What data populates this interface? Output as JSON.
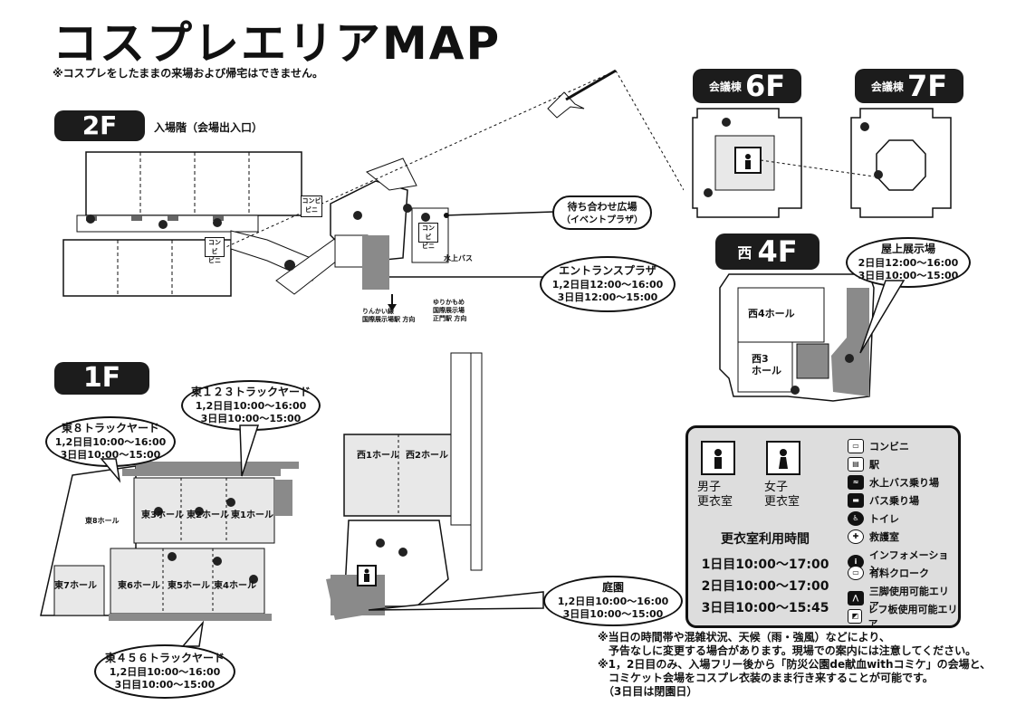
{
  "title": "コスプレエリアMAP",
  "notice": "※コスプレをしたままの来場および帰宅はできません。",
  "floors": {
    "f2": {
      "label": "2F",
      "caption": "入場階（会場出入口）"
    },
    "f1": {
      "label": "1F"
    },
    "f6": {
      "prefix": "会議棟",
      "label": "6F"
    },
    "f7": {
      "prefix": "会議棟",
      "label": "7F"
    },
    "f4": {
      "prefix": "西",
      "label": "4F"
    }
  },
  "bubbles": {
    "waiting": {
      "title": "待ち合わせ広場",
      "sub": "（イベントプラザ）"
    },
    "entrance": {
      "title": "エントランスプラザ",
      "line1": "1,2日目12:00～16:00",
      "line2": "3日目12:00～15:00"
    },
    "rooftop": {
      "title": "屋上展示場",
      "line1": "2日目12:00～16:00",
      "line2": "3日目10:00～15:00"
    },
    "east123": {
      "title": "東１２３トラックヤード",
      "line1": "1,2日目10:00～16:00",
      "line2": "3日目10:00～15:00"
    },
    "east8": {
      "title": "東８トラックヤード",
      "line1": "1,2日目10:00～16:00",
      "line2": "3日目10:00～15:00"
    },
    "east456": {
      "title": "東４５６トラックヤード",
      "line1": "1,2日目10:00～16:00",
      "line2": "3日目10:00～15:00"
    },
    "garden": {
      "title": "庭園",
      "line1": "1,2日目10:00～16:00",
      "line2": "3日目10:00～15:00"
    }
  },
  "halls": {
    "w4": "西4ホール",
    "w3a": "西3",
    "w3b": "ホール",
    "w1": "西1ホール",
    "w2": "西2ホール",
    "e1": "東1ホール",
    "e2": "東2ホール",
    "e3": "東3ホール",
    "e4": "東4ホール",
    "e5": "東5ホール",
    "e6": "東6ホール",
    "e7": "東7ホール",
    "e8": "東8ホール",
    "kombi": "コンビニ",
    "kombi2": "コンビ",
    "kombi3": "ビニ",
    "ekigo": "駅",
    "waterbus": "水上バス",
    "rinkai": "りんかい線",
    "rinkai2": "国際展示場駅 方向",
    "yurikamome": "ゆりかもめ",
    "yurikamome2": "国際展示場",
    "yurikamome3": "正門駅 方向"
  },
  "legend": {
    "male1": "男子",
    "male2": "更衣室",
    "female1": "女子",
    "female2": "更衣室",
    "hours_title": "更衣室利用時間",
    "hours": [
      "1日目10:00～17:00",
      "2日目10:00～17:00",
      "3日目10:00～15:45"
    ],
    "items": [
      "コンビニ",
      "駅",
      "水上バス乗り場",
      "バス乗り場",
      "トイレ",
      "救護室",
      "インフォメーション",
      "有料クローク",
      "三脚使用可能エリア",
      "レフ板使用可能エリア"
    ]
  },
  "notes": [
    "※当日の時間帯や混雑状況、天候（雨・強風）などにより、",
    "　予告なしに変更する場合があります。現場での案内には注意してください。",
    "※1，2日目のみ、入場フリー後から「防災公園de献血withコミケ」の会場と、",
    "　コミケット会場をコスプレ衣装のまま行き来することが可能です。",
    "　（3日目は閉園日）"
  ],
  "colors": {
    "dark": "#1c1c1c",
    "area": "#8a8a8a",
    "hall": "#e8e8e8",
    "legend_bg": "#dddddd"
  }
}
